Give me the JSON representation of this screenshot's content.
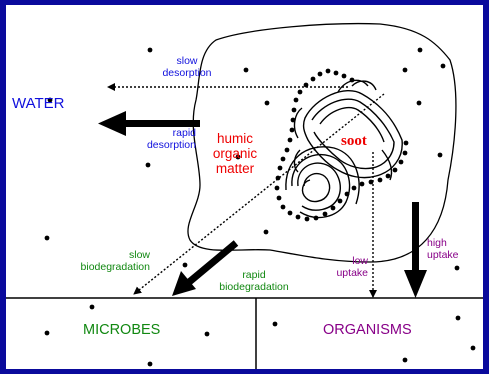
{
  "labels": {
    "water": "WATER",
    "slow_desorption": [
      "slow",
      "desorption"
    ],
    "rapid_desorption": [
      "rapid",
      "desorption"
    ],
    "humic": [
      "humic",
      "organic",
      "matter"
    ],
    "soot": "soot",
    "slow_biodegradation": [
      "slow",
      "biodegradation"
    ],
    "rapid_biodegradation": [
      "rapid",
      "biodegradation"
    ],
    "low_uptake": [
      "low",
      "uptake"
    ],
    "high_uptake": [
      "high",
      "uptake"
    ],
    "microbes": "MICROBES",
    "organisms": "ORGANISMS"
  },
  "colors": {
    "background_border": "#0a0a9c",
    "panel": "#ffffff",
    "water_text": "#1010dd",
    "desorption_text": "#1010dd",
    "humic_text": "#ee0000",
    "soot_text": "#ee0000",
    "biodegradation_text": "#118811",
    "microbes_text": "#118811",
    "uptake_text": "#880088",
    "organisms_text": "#880088"
  }
}
